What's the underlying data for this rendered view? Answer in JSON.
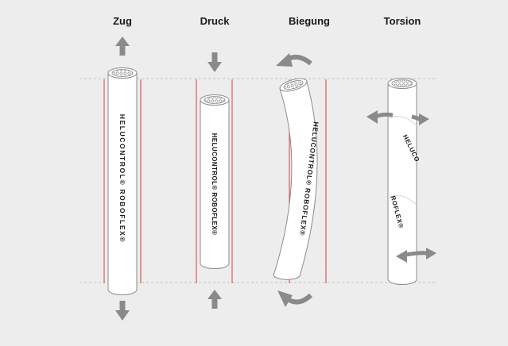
{
  "panels": [
    {
      "title": "Zug"
    },
    {
      "title": "Druck"
    },
    {
      "title": "Biegung"
    },
    {
      "title": "Torsion"
    }
  ],
  "cable_label": "HELUCONTROL® ROBOFLEX®",
  "torsion_label_top": "HELUCO",
  "torsion_label_bottom": "ROFLEX®",
  "colors": {
    "background": "#ededed",
    "cable_fill": "#ffffff",
    "cable_outline": "#8c8c8c",
    "guide_line": "#e05a5a",
    "reference_line": "#c4c4c4",
    "arrow": "#8a8a8a",
    "text": "#1a1a1a"
  }
}
